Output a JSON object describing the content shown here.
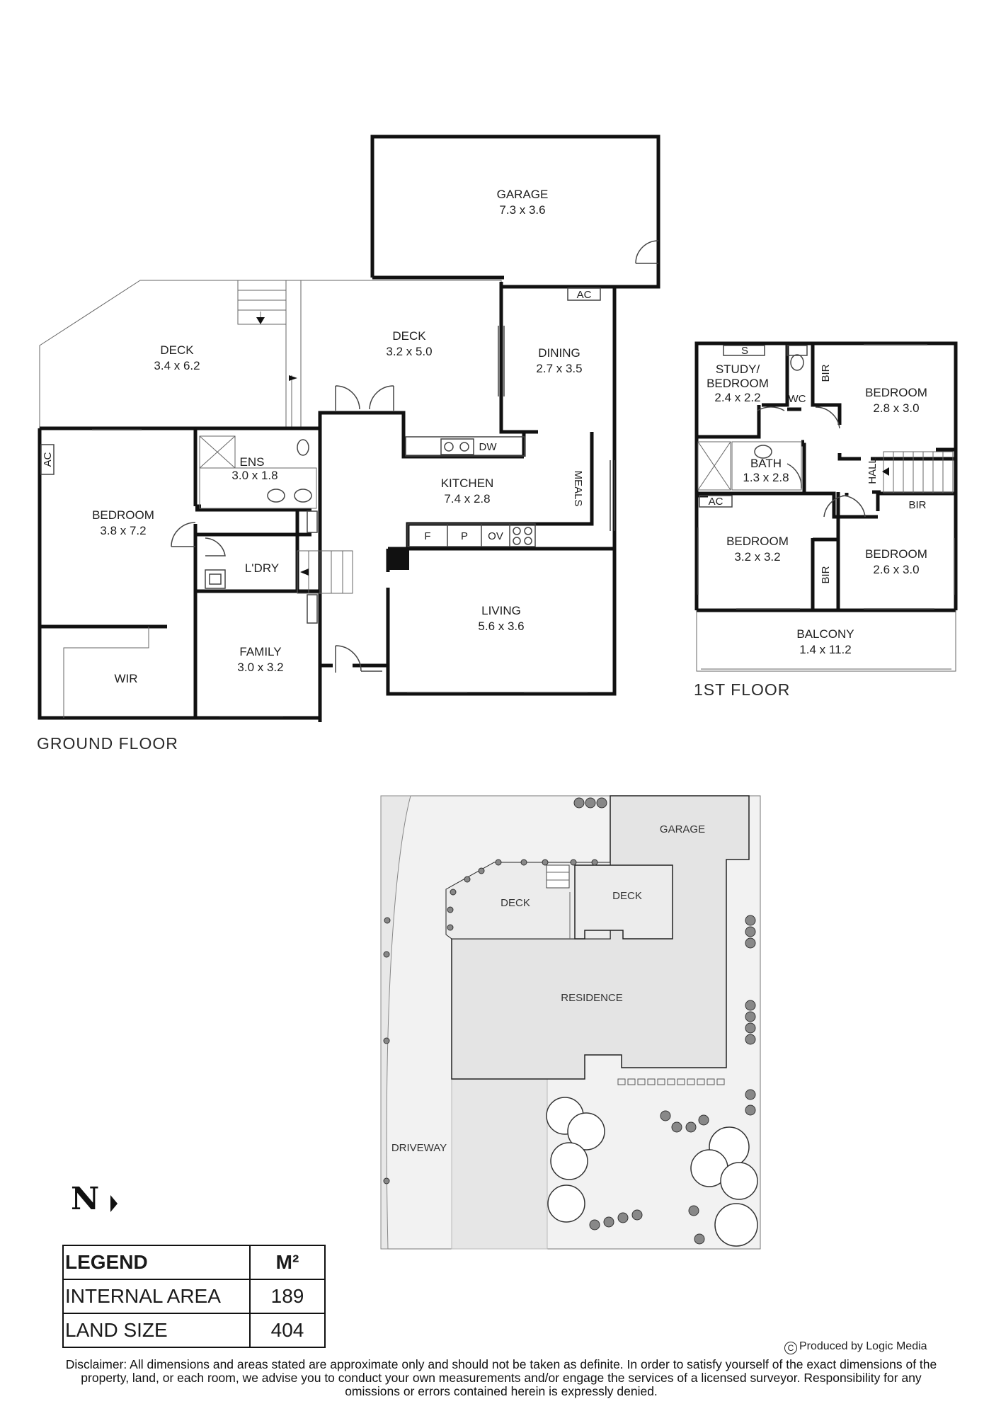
{
  "ground_floor": {
    "label": "GROUND FLOOR",
    "rooms": {
      "garage": {
        "name": "GARAGE",
        "dims": "7.3 x 3.6"
      },
      "deck_west": {
        "name": "DECK",
        "dims": "3.4 x 6.2"
      },
      "deck_east": {
        "name": "DECK",
        "dims": "3.2 x 5.0"
      },
      "dining": {
        "name": "DINING",
        "dims": "2.7 x 3.5"
      },
      "bedroom": {
        "name": "BEDROOM",
        "dims": "3.8 x 7.2"
      },
      "ens": {
        "name": "ENS",
        "dims": "3.0 x 1.8"
      },
      "kitchen": {
        "name": "KITCHEN",
        "dims": "7.4 x 2.8"
      },
      "meals": {
        "name": "MEALS"
      },
      "laundry": {
        "name": "L'DRY"
      },
      "family": {
        "name": "FAMILY",
        "dims": "3.0 x 3.2"
      },
      "living": {
        "name": "LIVING",
        "dims": "5.6 x 3.6"
      },
      "wir": {
        "name": "WIR"
      }
    },
    "fixtures": [
      "AC",
      "AC",
      "DW",
      "F",
      "P",
      "OV"
    ]
  },
  "first_floor": {
    "label": "1ST FLOOR",
    "rooms": {
      "study": {
        "name_line1": "STUDY/",
        "name_line2": "BEDROOM",
        "dims": "2.4 x 2.2"
      },
      "wc": {
        "name": "WC"
      },
      "bir_top": {
        "name": "BIR"
      },
      "bedroom_ne": {
        "name": "BEDROOM",
        "dims": "2.8 x 3.0"
      },
      "bath": {
        "name": "BATH",
        "dims": "1.3 x 2.8"
      },
      "hall": {
        "name": "HALL"
      },
      "bir_mid": {
        "name": "BIR"
      },
      "bedroom_sw": {
        "name": "BEDROOM",
        "dims": "3.2 x 3.2"
      },
      "bir_low": {
        "name": "BIR"
      },
      "bedroom_se": {
        "name": "BEDROOM",
        "dims": "2.6 x 3.0"
      },
      "balcony": {
        "name": "BALCONY",
        "dims": "1.4 x 11.2"
      }
    },
    "fixtures": [
      "S",
      "AC"
    ]
  },
  "site_plan": {
    "labels": {
      "garage": "GARAGE",
      "deck_west": "DECK",
      "deck_east": "DECK",
      "residence": "RESIDENCE",
      "driveway": "DRIVEWAY"
    }
  },
  "north_arrow": "N",
  "legend": {
    "header": "LEGEND",
    "unit": "M²",
    "rows": [
      {
        "label": "INTERNAL AREA",
        "value": "189"
      },
      {
        "label": "LAND SIZE",
        "value": "404"
      }
    ]
  },
  "produced_by": "Produced by Logic Media",
  "copyright_symbol": "C",
  "disclaimer": "Disclaimer: All dimensions and areas stated are approximate only and should not be taken as definite. In order to satisfy yourself of the exact dimensions of the property, land, or each room, we advise you to conduct your own measurements and/or engage the services of a licensed surveyor. Responsibility for any omissions or errors contained herein is expressly denied."
}
